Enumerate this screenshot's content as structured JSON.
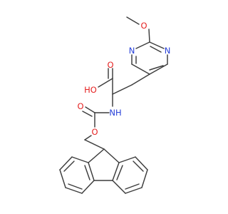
{
  "molecule": {
    "colors": {
      "carbon_bond": "#3c3c3c",
      "nitrogen": "#2740d8",
      "oxygen": "#e52222"
    },
    "atoms": {
      "o_methoxy": "O",
      "n_left": "N",
      "n_right": "N",
      "o_carbonyl_acid": "O",
      "o_hydroxyl": "HO",
      "n_amide": "NH",
      "o_carbonyl_carbamate": "O",
      "o_ester": "O"
    }
  }
}
